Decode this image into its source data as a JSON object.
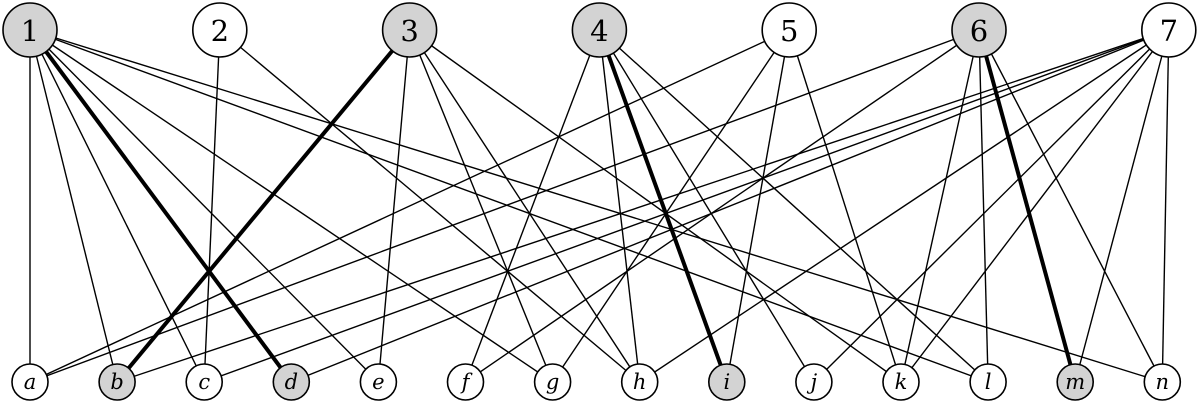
{
  "colors": {
    "background": "#ffffff",
    "line": "#000000",
    "node_fill": "#ffffff",
    "highlight_fill": "#d3d3d3"
  },
  "top_nodes": [
    {
      "id": "1",
      "label": "1",
      "highlighted": true
    },
    {
      "id": "2",
      "label": "2",
      "highlighted": false
    },
    {
      "id": "3",
      "label": "3",
      "highlighted": true
    },
    {
      "id": "4",
      "label": "4",
      "highlighted": true
    },
    {
      "id": "5",
      "label": "5",
      "highlighted": false
    },
    {
      "id": "6",
      "label": "6",
      "highlighted": true
    },
    {
      "id": "7",
      "label": "7",
      "highlighted": false
    }
  ],
  "bottom_nodes": [
    {
      "id": "a",
      "label": "a",
      "highlighted": false
    },
    {
      "id": "b",
      "label": "b",
      "highlighted": true
    },
    {
      "id": "c",
      "label": "c",
      "highlighted": false
    },
    {
      "id": "d",
      "label": "d",
      "highlighted": true
    },
    {
      "id": "e",
      "label": "e",
      "highlighted": false
    },
    {
      "id": "f",
      "label": "f",
      "highlighted": false
    },
    {
      "id": "g",
      "label": "g",
      "highlighted": false
    },
    {
      "id": "h",
      "label": "h",
      "highlighted": false
    },
    {
      "id": "i",
      "label": "i",
      "highlighted": true
    },
    {
      "id": "j",
      "label": "j",
      "highlighted": false
    },
    {
      "id": "k",
      "label": "k",
      "highlighted": false
    },
    {
      "id": "l",
      "label": "l",
      "highlighted": false
    },
    {
      "id": "m",
      "label": "m",
      "highlighted": true
    },
    {
      "id": "n",
      "label": "n",
      "highlighted": false
    }
  ],
  "edges": [
    {
      "from": "1",
      "to": "a",
      "matched": false
    },
    {
      "from": "1",
      "to": "b",
      "matched": false
    },
    {
      "from": "1",
      "to": "c",
      "matched": false
    },
    {
      "from": "1",
      "to": "d",
      "matched": true
    },
    {
      "from": "1",
      "to": "e",
      "matched": false
    },
    {
      "from": "1",
      "to": "g",
      "matched": false
    },
    {
      "from": "1",
      "to": "l",
      "matched": false
    },
    {
      "from": "1",
      "to": "n",
      "matched": false
    },
    {
      "from": "2",
      "to": "c",
      "matched": false
    },
    {
      "from": "2",
      "to": "h",
      "matched": false
    },
    {
      "from": "3",
      "to": "b",
      "matched": true
    },
    {
      "from": "3",
      "to": "e",
      "matched": false
    },
    {
      "from": "3",
      "to": "g",
      "matched": false
    },
    {
      "from": "3",
      "to": "h",
      "matched": false
    },
    {
      "from": "3",
      "to": "k",
      "matched": false
    },
    {
      "from": "4",
      "to": "f",
      "matched": false
    },
    {
      "from": "4",
      "to": "h",
      "matched": false
    },
    {
      "from": "4",
      "to": "i",
      "matched": true
    },
    {
      "from": "4",
      "to": "j",
      "matched": false
    },
    {
      "from": "4",
      "to": "l",
      "matched": false
    },
    {
      "from": "5",
      "to": "a",
      "matched": false
    },
    {
      "from": "5",
      "to": "g",
      "matched": false
    },
    {
      "from": "5",
      "to": "i",
      "matched": false
    },
    {
      "from": "5",
      "to": "k",
      "matched": false
    },
    {
      "from": "6",
      "to": "a",
      "matched": false
    },
    {
      "from": "6",
      "to": "f",
      "matched": false
    },
    {
      "from": "6",
      "to": "k",
      "matched": false
    },
    {
      "from": "6",
      "to": "l",
      "matched": false
    },
    {
      "from": "6",
      "to": "m",
      "matched": true
    },
    {
      "from": "6",
      "to": "n",
      "matched": false
    },
    {
      "from": "7",
      "to": "b",
      "matched": false
    },
    {
      "from": "7",
      "to": "c",
      "matched": false
    },
    {
      "from": "7",
      "to": "d",
      "matched": false
    },
    {
      "from": "7",
      "to": "h",
      "matched": false
    },
    {
      "from": "7",
      "to": "j",
      "matched": false
    },
    {
      "from": "7",
      "to": "k",
      "matched": false
    },
    {
      "from": "7",
      "to": "m",
      "matched": false
    },
    {
      "from": "7",
      "to": "n",
      "matched": false
    }
  ]
}
